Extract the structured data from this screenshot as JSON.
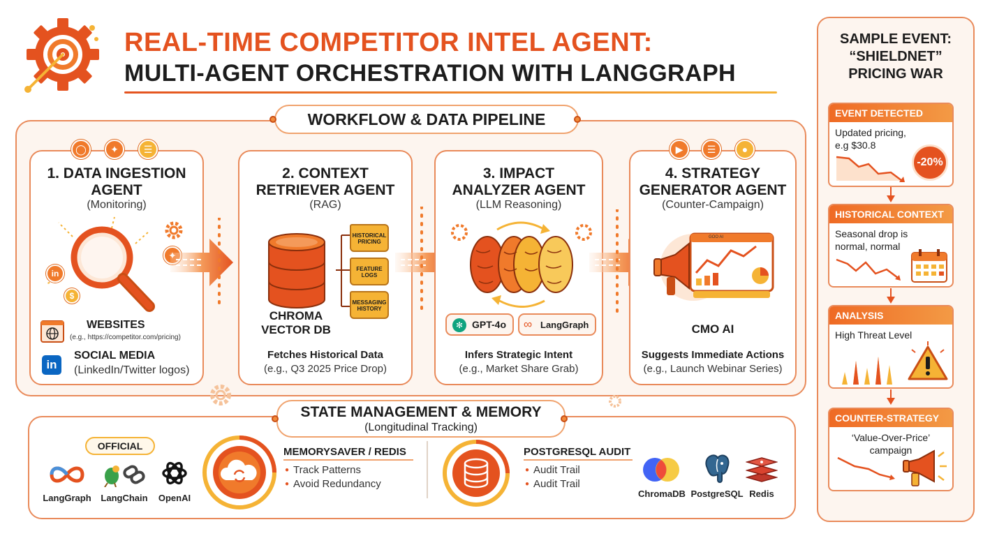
{
  "header": {
    "title_line1": "REAL-TIME COMPETITOR INTEL AGENT:",
    "title_line2": "MULTI-AGENT ORCHESTRATION WITH LANGGRAPH"
  },
  "workflow": {
    "section_label": "WORKFLOW & DATA PIPELINE",
    "agents": [
      {
        "title_line1": "1. DATA INGESTION",
        "title_line2": "AGENT",
        "subtitle": "(Monitoring)",
        "sources": [
          {
            "icon": "globe-icon",
            "label": "WEBSITES",
            "detail": "(e.g., https://competitor.com/pricing)"
          },
          {
            "icon": "linkedin-icon",
            "label": "SOCIAL MEDIA",
            "detail": "(LinkedIn/Twitter logos)"
          }
        ]
      },
      {
        "title_line1": "2. CONTEXT",
        "title_line2": "RETRIEVER AGENT",
        "subtitle": "(RAG)",
        "db_label_line1": "CHROMA",
        "db_label_line2": "VECTOR DB",
        "folders": [
          "HISTORICAL PRICING",
          "FEATURE LOGS",
          "MESSAGING HISTORY"
        ],
        "footer_title": "Fetches Historical Data",
        "footer_example": "(e.g., Q3 2025 Price Drop)"
      },
      {
        "title_line1": "3. IMPACT",
        "title_line2": "ANALYZER AGENT",
        "subtitle": "(LLM Reasoning)",
        "models": [
          "GPT-4o",
          "LangGraph"
        ],
        "footer_title": "Infers Strategic Intent",
        "footer_example": "(e.g., Market Share Grab)"
      },
      {
        "title_line1": "4. STRATEGY",
        "title_line2": "GENERATOR AGENT",
        "subtitle": "(Counter-Campaign)",
        "screen_label": "GOO AI",
        "app_label": "CMO AI",
        "footer_title": "Suggests Immediate Actions",
        "footer_example": "(e.g., Launch Webinar Series)"
      }
    ]
  },
  "state": {
    "section_label": "STATE MANAGEMENT & MEMORY",
    "section_sub": "(Longitudinal Tracking)",
    "official_label": "OFFICIAL",
    "frameworks": [
      "LangGraph",
      "LangChain",
      "OpenAI"
    ],
    "memory_title": "MEMORYSAVER / REDIS",
    "memory_items": [
      "Track Patterns",
      "Avoid Redundancy"
    ],
    "audit_title": "POSTGRESQL AUDIT",
    "audit_items": [
      "Audit Trail",
      "Audit Trail"
    ],
    "stores": [
      "ChromaDB",
      "PostgreSQL",
      "Redis"
    ]
  },
  "sample_event": {
    "title_line1": "SAMPLE EVENT:",
    "title_line2": "“SHIELDNET”",
    "title_line3": "PRICING WAR",
    "steps": [
      {
        "label": "EVENT DETECTED",
        "text_line1": "Updated pricing,",
        "text_line2": "e.g $30.8",
        "badge": "-20%"
      },
      {
        "label": "HISTORICAL CONTEXT",
        "text_line1": "Seasonal drop is",
        "text_line2": "normal, normal"
      },
      {
        "label": "ANALYSIS",
        "text_line1": "High Threat Level"
      },
      {
        "label": "COUNTER-STRATEGY",
        "text_line1": "‘Value-Over-Price’",
        "text_line2": "campaign"
      }
    ]
  },
  "colors": {
    "accent": "#e4521f",
    "accent_light": "#f5b335",
    "frame": "#e98a5a",
    "panel_bg": "#fdf5ef"
  }
}
